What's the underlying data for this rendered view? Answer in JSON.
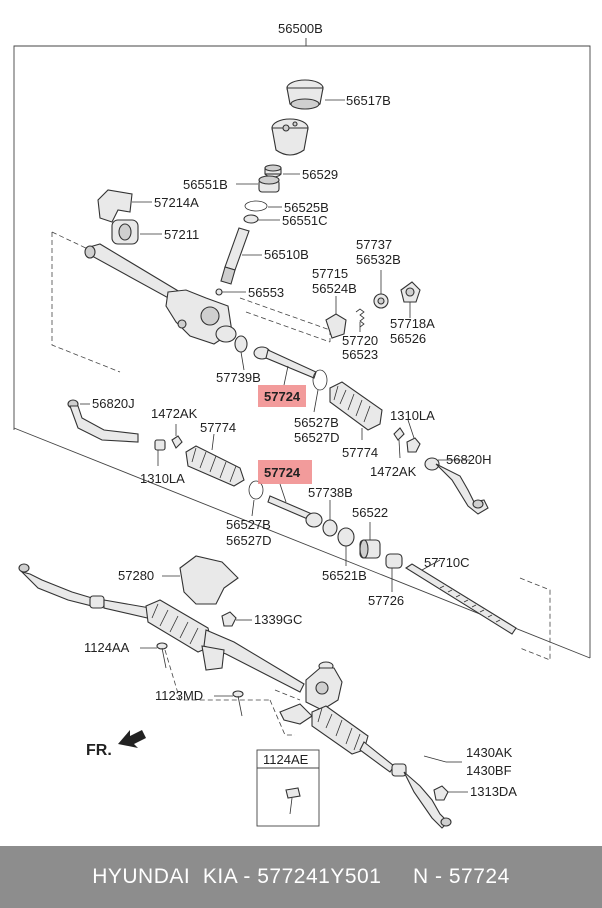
{
  "labels": {
    "top": "56500B",
    "p56517B": "56517B",
    "p56529": "56529",
    "p56551B": "56551B",
    "p57214A": "57214A",
    "p56525B": "56525B",
    "p56551C": "56551C",
    "p57211": "57211",
    "p56510B": "56510B",
    "p57737": "57737",
    "p56532B": "56532B",
    "p57715": "57715",
    "p56524B": "56524B",
    "p56553": "56553",
    "p57718A": "57718A",
    "p56526": "56526",
    "p57720": "57720",
    "p56523": "56523",
    "p57739B": "57739B",
    "p57724a": "57724",
    "p56527Ba": "56527B",
    "p56527Da": "56527D",
    "p56820J": "56820J",
    "p1472AKa": "1472AK",
    "p57774a": "57774",
    "p1310LAa": "1310LA",
    "p57774b": "57774",
    "p1472AKb": "1472AK",
    "p56820H": "56820H",
    "p1310LAb": "1310LA",
    "p57724b": "57724",
    "p57738B": "57738B",
    "p56522": "56522",
    "p56527Bb": "56527B",
    "p56527Db": "56527D",
    "p56521B": "56521B",
    "p57710C": "57710C",
    "p57726": "57726",
    "p57280": "57280",
    "p1339GC": "1339GC",
    "p1124AA": "1124AA",
    "p1123MD": "1123MD",
    "p1124AE": "1124AE",
    "p1430AK": "1430AK",
    "p1430BF": "1430BF",
    "p1313DA": "1313DA",
    "fr": "FR."
  },
  "highlight_color": "#f08a8a",
  "footer": {
    "text": "HYUNDAI  KIA - 577241Y501     N - 57724"
  }
}
